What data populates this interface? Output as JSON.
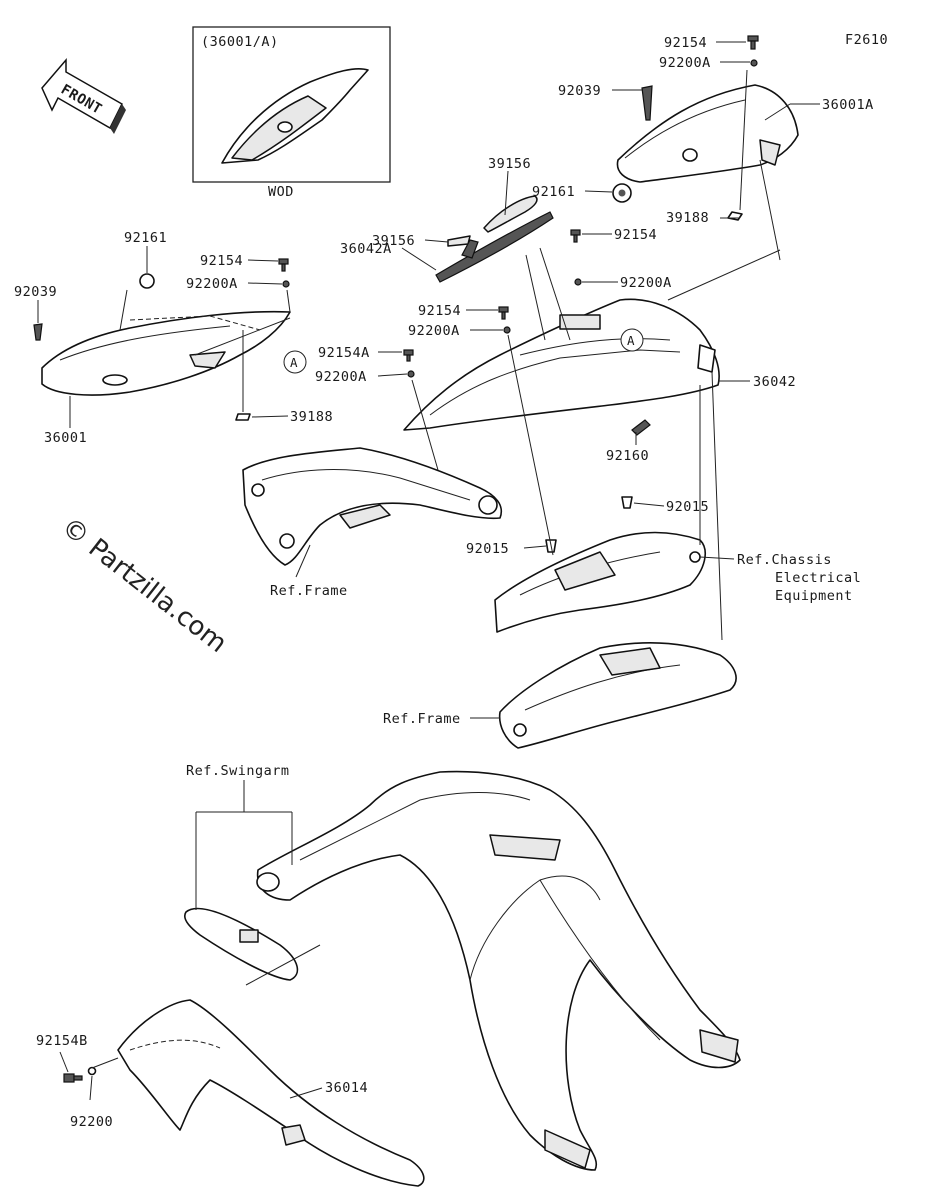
{
  "figure_code": "F2610",
  "front_label": "FRONT",
  "inset": {
    "title": "(36001/A)",
    "caption": "WOD"
  },
  "watermark": "© Partzilla.com",
  "callout_letter": "A",
  "labels": {
    "p92154_top": "92154",
    "p92200A_top": "92200A",
    "p92039_right": "92039",
    "p36001A": "36001A",
    "p39156_a": "39156",
    "p39156_b": "39156",
    "p92161_right": "92161",
    "p39188_right": "39188",
    "p36042A": "36042A",
    "p92154_mid_r": "92154",
    "p92200A_mid_r": "92200A",
    "p92154_mid": "92154",
    "p92200A_mid": "92200A",
    "p92154A": "92154A",
    "p92200A_low": "92200A",
    "p36042": "36042",
    "p92160": "92160",
    "p92161_left": "92161",
    "p92039_left": "92039",
    "p92154_left": "92154",
    "p92200A_left": "92200A",
    "p39188_left": "39188",
    "p36001": "36001",
    "p92015_r": "92015",
    "p92015_l": "92015",
    "ref_frame_1": "Ref.Frame",
    "ref_chassis_1": "Ref.Chassis",
    "ref_chassis_2": "Electrical",
    "ref_chassis_3": "Equipment",
    "ref_frame_2": "Ref.Frame",
    "ref_swingarm": "Ref.Swingarm",
    "p92154B": "92154B",
    "p92200": "92200",
    "p36014": "36014"
  }
}
